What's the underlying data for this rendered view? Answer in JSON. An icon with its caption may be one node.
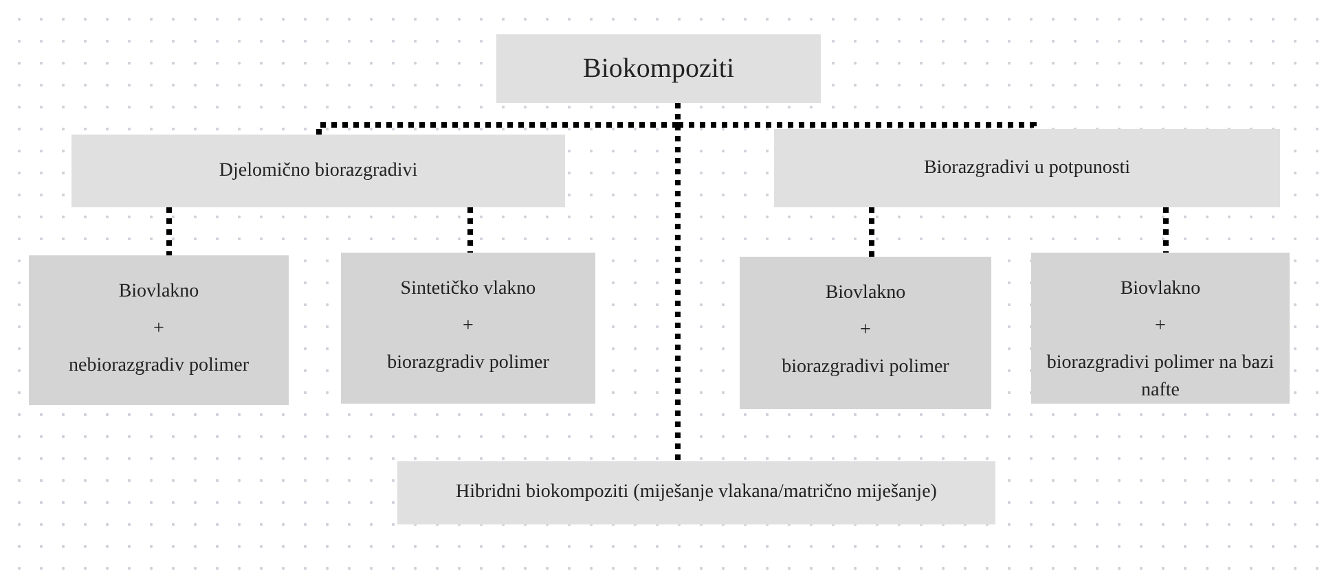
{
  "diagram": {
    "nodes": [
      {
        "text": [
          "Biokompoziti"
        ]
      },
      {
        "text": [
          "Djelomično biorazgradivi"
        ]
      },
      {
        "text": [
          "Biorazgradivi u potpunosti"
        ]
      },
      {
        "text": [
          "Biovlakno",
          "+",
          "nebiorazgradiv polimer"
        ]
      },
      {
        "text": [
          "Sintetičko vlakno",
          "+",
          "biorazgradiv polimer"
        ]
      },
      {
        "text": [
          "Biovlakno",
          "+",
          "biorazgradivi polimer"
        ]
      },
      {
        "text": [
          "Biovlakno",
          "+",
          "biorazgradivi polimer na bazi nafte"
        ]
      },
      {
        "text": [
          "Hibridni biokompoziti (miješanje vlakana/matrično miješanje)"
        ]
      }
    ],
    "edges": [
      {
        "from": 0,
        "to": 1,
        "arrow": "none"
      },
      {
        "from": 0,
        "to": 2,
        "arrow": "none"
      },
      {
        "from": 0,
        "to": 7,
        "arrow": "none"
      },
      {
        "from": 1,
        "to": 3,
        "arrow": "none"
      },
      {
        "from": 1,
        "to": 4,
        "arrow": "none"
      },
      {
        "from": 2,
        "to": 5,
        "arrow": "none"
      },
      {
        "from": 2,
        "to": 6,
        "arrow": "none"
      }
    ]
  }
}
